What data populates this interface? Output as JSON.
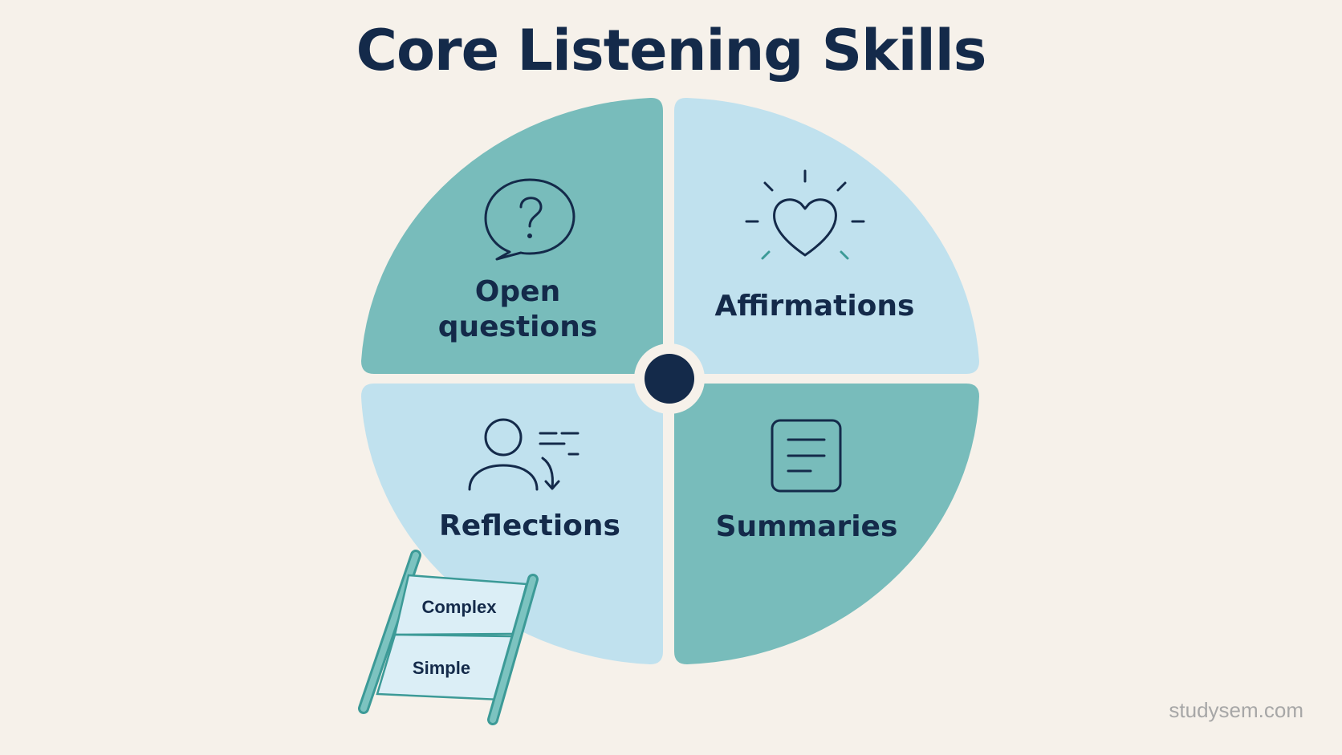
{
  "title": "Core Listening Skills",
  "quadrants": [
    {
      "label_line1": "Open",
      "label_line2": "questions",
      "icon": "speech-bubble-question-icon",
      "color": "#78bcbb"
    },
    {
      "label": "Affirmations",
      "icon": "heart-sparkle-icon",
      "color": "#c0e1ee"
    },
    {
      "label": "Reflections",
      "icon": "person-reflect-icon",
      "color": "#c0e1ee"
    },
    {
      "label": "Summaries",
      "icon": "document-summary-icon",
      "color": "#78bcbb"
    }
  ],
  "ladder": {
    "steps": [
      "Complex",
      "Simple"
    ]
  },
  "watermark": "studysem.com",
  "colors": {
    "navy": "#142a4a",
    "teal": "#78bcbb",
    "light_blue": "#c0e1ee",
    "background": "#f6f1ea"
  }
}
